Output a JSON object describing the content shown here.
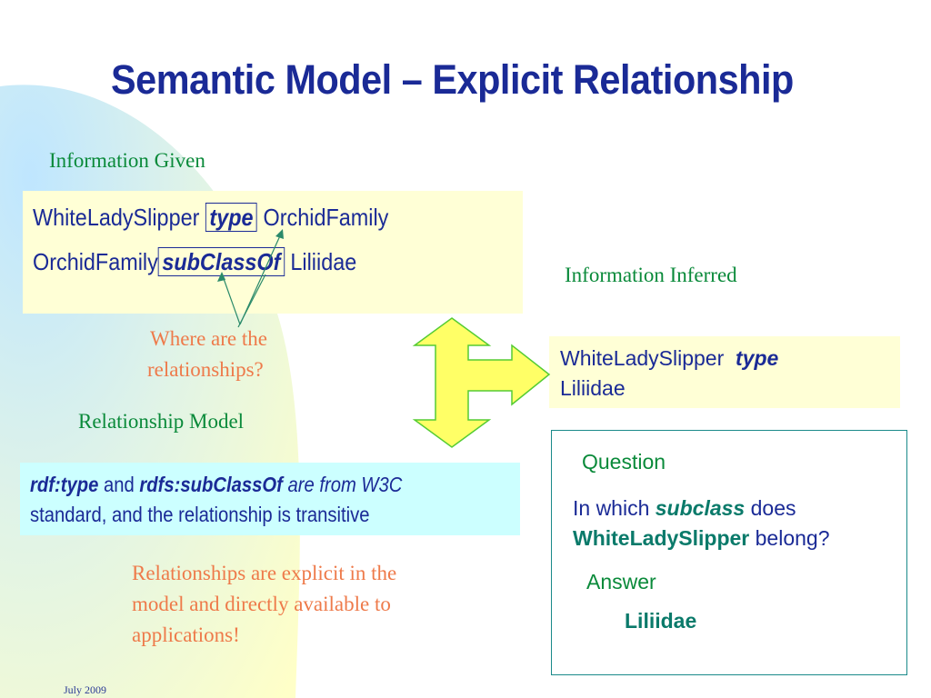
{
  "colors": {
    "title": "#1a2a96",
    "green_label": "#0a8a3a",
    "orange_note": "#ee7a4a",
    "yellow_box": "#ffffd6",
    "cyan_box": "#ccffff",
    "arrow_fill": "#ffff66",
    "arrow_stroke": "#55cc33"
  },
  "title": "Semantic Model – Explicit Relationship",
  "given": {
    "label": "Information Given",
    "line1_subject": "WhiteLadySlipper",
    "line1_predicate": "type",
    "line1_object": "OrchidFamily",
    "line2_subject": "OrchidFamily",
    "line2_predicate": "subClassOf",
    "line2_object": "Liliidae"
  },
  "note_where": {
    "line1": "Where are the",
    "line2": "relationships?"
  },
  "relationship_model": {
    "label": "Relationship Model",
    "term1": "rdf:type",
    "and": "and",
    "term2": "rdfs:subClassOf",
    "rest1": "are from W3C",
    "line2": "standard, and the relationship is transitive"
  },
  "explicit_note": {
    "line1": "Relationships are explicit in the",
    "line2": "model and directly available to",
    "line3": "applications!"
  },
  "inferred": {
    "label": "Information Inferred",
    "subject": "WhiteLadySlipper",
    "predicate": "type",
    "object": "Liliidae"
  },
  "qa": {
    "question_label": "Question",
    "q_pre": "In which",
    "q_term": "subclass",
    "q_mid": "does",
    "q_subject": "WhiteLadySlipper",
    "q_end": "belong?",
    "answer_label": "Answer",
    "answer": "Liliidae"
  },
  "footer": "July 2009"
}
